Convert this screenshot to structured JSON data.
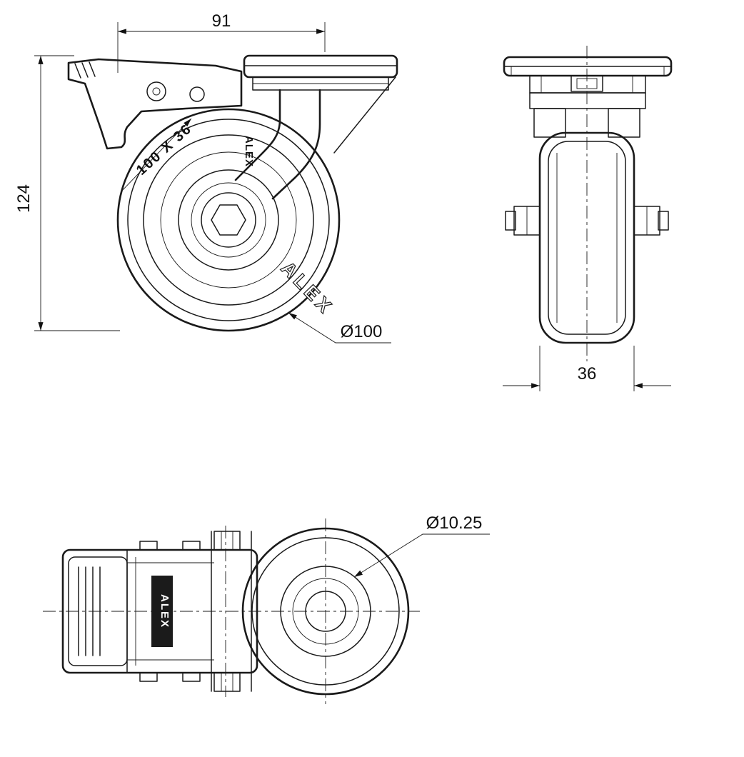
{
  "drawing": {
    "dimensions": {
      "top_width": "91",
      "overall_height": "124",
      "wheel_diameter": "Ø100",
      "wheel_width": "36",
      "bolt_hole_diameter": "Ø10.25"
    },
    "markings": {
      "wheel_size": "100 X 36",
      "brand": "ALEX"
    },
    "colors": {
      "line": "#1a1a1a",
      "background": "#ffffff"
    }
  }
}
